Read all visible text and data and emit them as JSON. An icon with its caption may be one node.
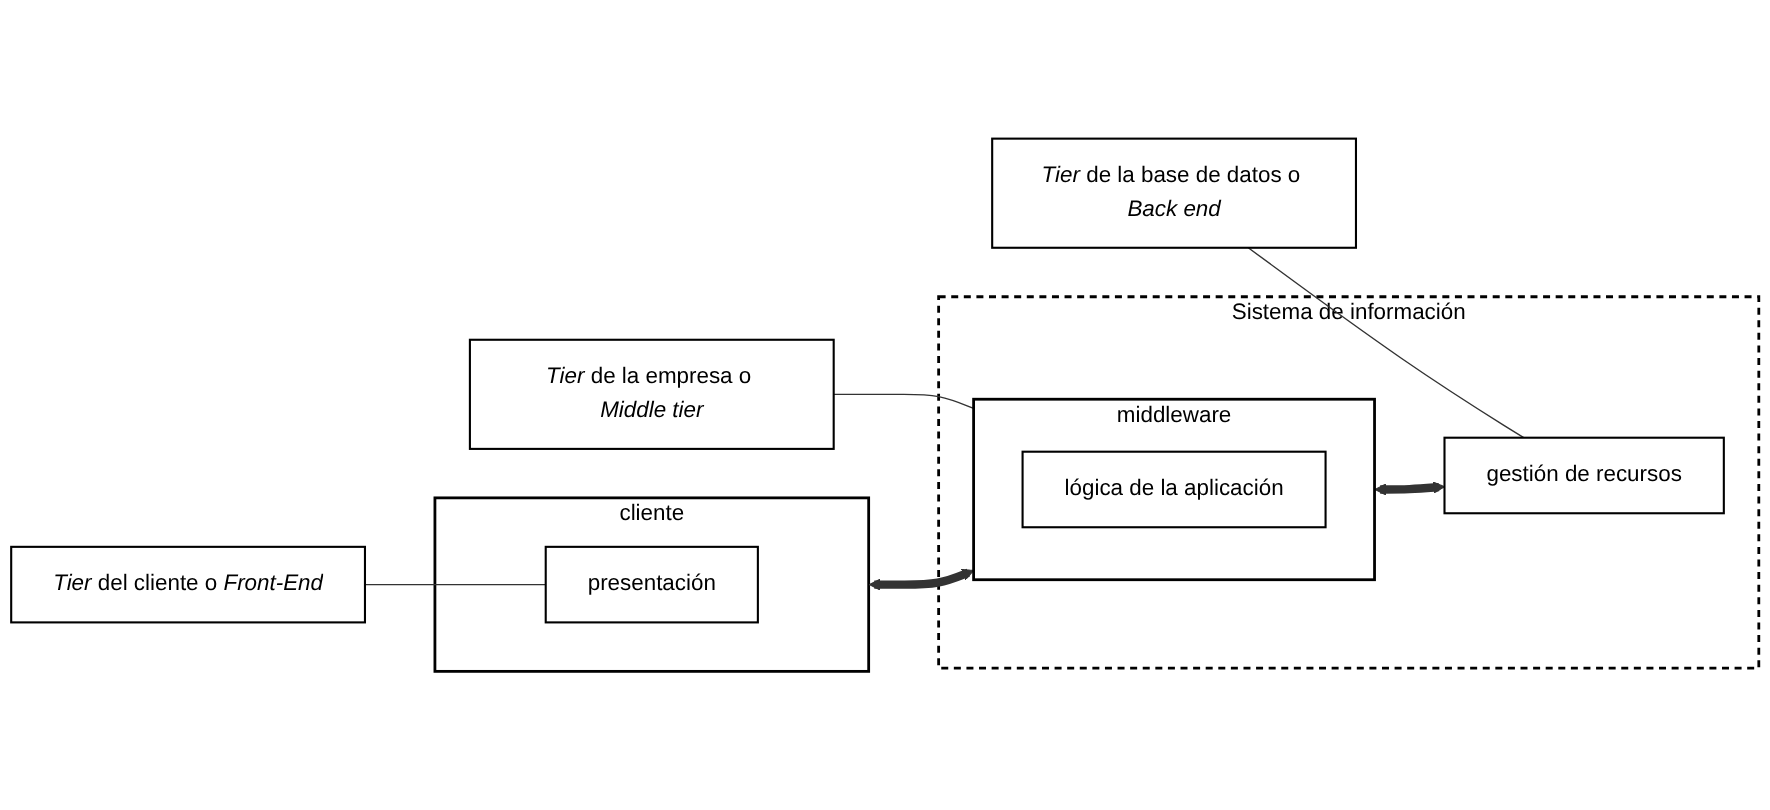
{
  "diagram": {
    "nodes": [
      {
        "text": [
          "*Tier* del cliente o *Front-End*"
        ]
      },
      {
        "text": [
          "*Tier* de la empresa o *Middle tier*"
        ]
      },
      {
        "text": [
          "*Tier* de la base de datos o *Back end*"
        ]
      },
      {
        "text": [
          "Sistema de información"
        ]
      },
      {
        "text": [
          "cliente"
        ]
      },
      {
        "text": [
          "presentación"
        ],
        "in": 4
      },
      {
        "text": [
          "middleware"
        ],
        "in": 3
      },
      {
        "text": [
          "lógica de la aplicación"
        ],
        "in": 6
      },
      {
        "text": [
          "gestión de recursos"
        ],
        "in": 3
      }
    ],
    "edges": [
      {
        "from": 0,
        "to": 5,
        "arrow": "none"
      },
      {
        "from": 1,
        "to": 6,
        "arrow": "none"
      },
      {
        "from": 2,
        "to": 8,
        "arrow": "none"
      },
      {
        "from": 4,
        "to": 6,
        "arrow": "both",
        "style": "thick"
      },
      {
        "from": 6,
        "to": 8,
        "arrow": "both",
        "style": "thick"
      }
    ]
  }
}
